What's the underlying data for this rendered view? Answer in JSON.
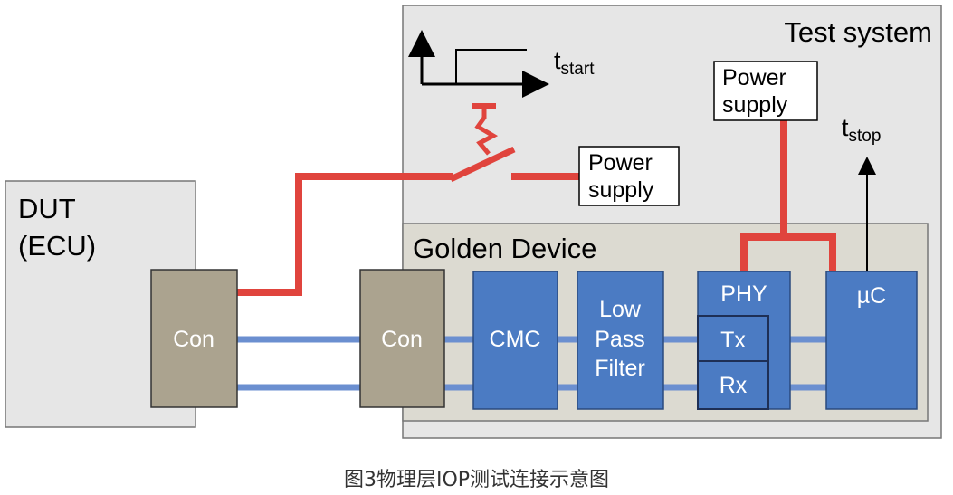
{
  "diagram": {
    "test_system": {
      "label": "Test system"
    },
    "dut": {
      "line1": "DUT",
      "line2": "(ECU)"
    },
    "golden_device": {
      "label": "Golden Device"
    },
    "timers": {
      "t_start": {
        "base": "t",
        "sub": "start"
      },
      "t_stop": {
        "base": "t",
        "sub": "stop"
      }
    },
    "power_supply_left": {
      "line1": "Power",
      "line2": "supply"
    },
    "power_supply_top": {
      "line1": "Power",
      "line2": "supply"
    },
    "blocks": {
      "con_dut": "Con",
      "con_gd": "Con",
      "cmc": "CMC",
      "lpf_line1": "Low",
      "lpf_line2": "Pass",
      "lpf_line3": "Filter",
      "phy": "PHY",
      "tx": "Tx",
      "rx": "Rx",
      "uc": "µC"
    },
    "colors": {
      "red_line": "#e0443d",
      "blue_line": "#6b8fd0",
      "block_blue": "#4b7bc3",
      "con_tan": "#aba38f",
      "golden_bg": "#dcdad1",
      "system_bg": "#e6e6e6"
    }
  },
  "caption": "图3物理层IOP测试连接示意图"
}
